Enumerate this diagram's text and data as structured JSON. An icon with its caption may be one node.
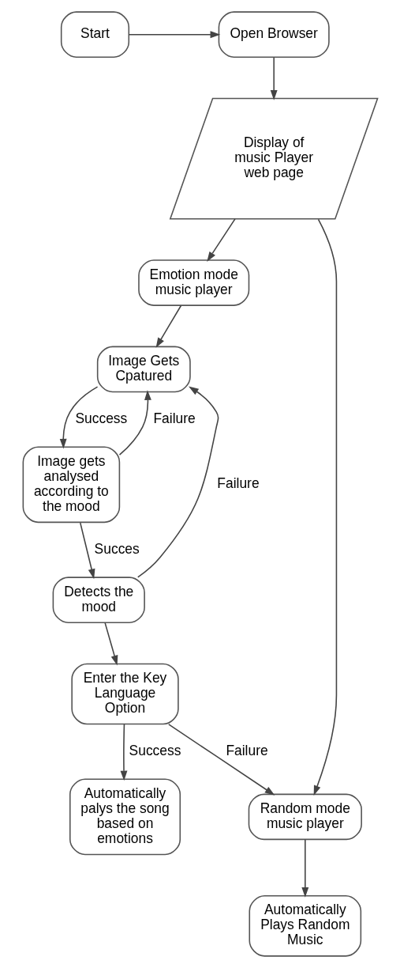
{
  "diagram": {
    "nodes": [
      {
        "text": [
          "Start"
        ]
      },
      {
        "text": [
          "Open Browser"
        ]
      },
      {
        "text": [
          "Display of music Player web page"
        ]
      },
      {
        "text": [
          "Emotion mode music player"
        ]
      },
      {
        "text": [
          "Random mode music player"
        ]
      },
      {
        "text": [
          "Image Gets Cpatured"
        ]
      },
      {
        "text": [
          "Image gets analysed according to the mood"
        ]
      },
      {
        "text": [
          "Detects the mood"
        ]
      },
      {
        "text": [
          "Enter the Key Language Option"
        ]
      },
      {
        "text": [
          "Automatically palys the song based on emotions"
        ]
      },
      {
        "text": [
          "Automatically Plays Random Music"
        ]
      }
    ],
    "edges": [
      {
        "from": 0,
        "to": 1,
        "arrow": "to"
      },
      {
        "from": 1,
        "to": 2,
        "arrow": "to"
      },
      {
        "from": 2,
        "to": 3,
        "arrow": "to"
      },
      {
        "from": 2,
        "to": 4,
        "arrow": "to"
      },
      {
        "from": 3,
        "to": 5,
        "arrow": "to"
      },
      {
        "from": 5,
        "to": 6,
        "arrow": "to",
        "label": "Success"
      },
      {
        "from": 6,
        "to": 5,
        "arrow": "to",
        "label": "Failure"
      },
      {
        "from": 6,
        "to": 7,
        "arrow": "to",
        "label": "Succes"
      },
      {
        "from": 7,
        "to": 5,
        "arrow": "to",
        "label": "Failure"
      },
      {
        "from": 7,
        "to": 8,
        "arrow": "to"
      },
      {
        "from": 8,
        "to": 9,
        "arrow": "to",
        "label": "Success"
      },
      {
        "from": 8,
        "to": 4,
        "arrow": "to",
        "label": "Failure"
      },
      {
        "from": 4,
        "to": 10,
        "arrow": "to"
      }
    ]
  }
}
